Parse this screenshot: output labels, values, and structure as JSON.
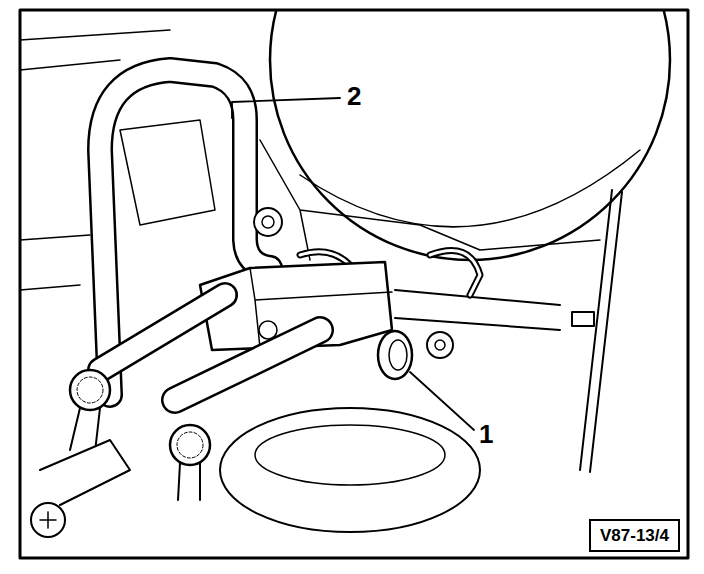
{
  "diagram": {
    "nodes": [
      {
        "text": [
          "V87-13/4"
        ]
      }
    ],
    "labels": [
      "2",
      "1"
    ]
  }
}
